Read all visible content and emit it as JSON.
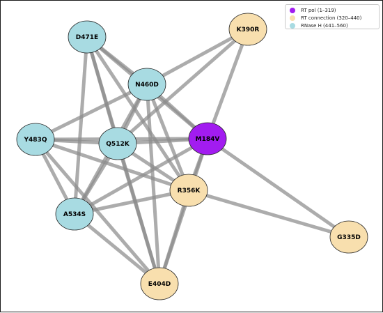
{
  "legend": {
    "entries": [
      {
        "label": "RT pol (1–319)",
        "color": "#a21cf0"
      },
      {
        "label": "RT connection (320–440)",
        "color": "#f8dfae"
      },
      {
        "label": "RNase H (441–560)",
        "color": "#a8dbe2"
      }
    ]
  },
  "nodes": [
    {
      "id": "K390R",
      "label": "K390R",
      "group": 1
    },
    {
      "id": "D471E",
      "label": "D471E",
      "group": 2
    },
    {
      "id": "N460D",
      "label": "N460D",
      "group": 2
    },
    {
      "id": "Y483Q",
      "label": "Y483Q",
      "group": 2
    },
    {
      "id": "Q512K",
      "label": "Q512K",
      "group": 2
    },
    {
      "id": "M184V",
      "label": "M184V",
      "group": 0
    },
    {
      "id": "R356K",
      "label": "R356K",
      "group": 1
    },
    {
      "id": "A534S",
      "label": "A534S",
      "group": 2
    },
    {
      "id": "G335D",
      "label": "G335D",
      "group": 1
    },
    {
      "id": "E404D",
      "label": "E404D",
      "group": 1
    }
  ],
  "edges": [
    [
      "D471E",
      "N460D"
    ],
    [
      "D471E",
      "Q512K"
    ],
    [
      "D471E",
      "A534S"
    ],
    [
      "D471E",
      "M184V"
    ],
    [
      "D471E",
      "R356K"
    ],
    [
      "D471E",
      "E404D"
    ],
    [
      "N460D",
      "K390R"
    ],
    [
      "N460D",
      "Y483Q"
    ],
    [
      "N460D",
      "Q512K"
    ],
    [
      "N460D",
      "M184V"
    ],
    [
      "N460D",
      "R356K"
    ],
    [
      "N460D",
      "A534S"
    ],
    [
      "N460D",
      "E404D"
    ],
    [
      "K390R",
      "Q512K"
    ],
    [
      "K390R",
      "M184V"
    ],
    [
      "Y483Q",
      "Q512K"
    ],
    [
      "Y483Q",
      "M184V"
    ],
    [
      "Y483Q",
      "R356K"
    ],
    [
      "Y483Q",
      "A534S"
    ],
    [
      "Y483Q",
      "E404D"
    ],
    [
      "Q512K",
      "M184V"
    ],
    [
      "Q512K",
      "R356K"
    ],
    [
      "Q512K",
      "A534S"
    ],
    [
      "Q512K",
      "E404D"
    ],
    [
      "M184V",
      "R356K"
    ],
    [
      "M184V",
      "A534S"
    ],
    [
      "M184V",
      "E404D"
    ],
    [
      "M184V",
      "G335D"
    ],
    [
      "R356K",
      "A534S"
    ],
    [
      "R356K",
      "E404D"
    ],
    [
      "R356K",
      "G335D"
    ],
    [
      "A534S",
      "E404D"
    ]
  ],
  "colors": {
    "edge": "#8c8c8c",
    "node_stroke": "#222222"
  }
}
